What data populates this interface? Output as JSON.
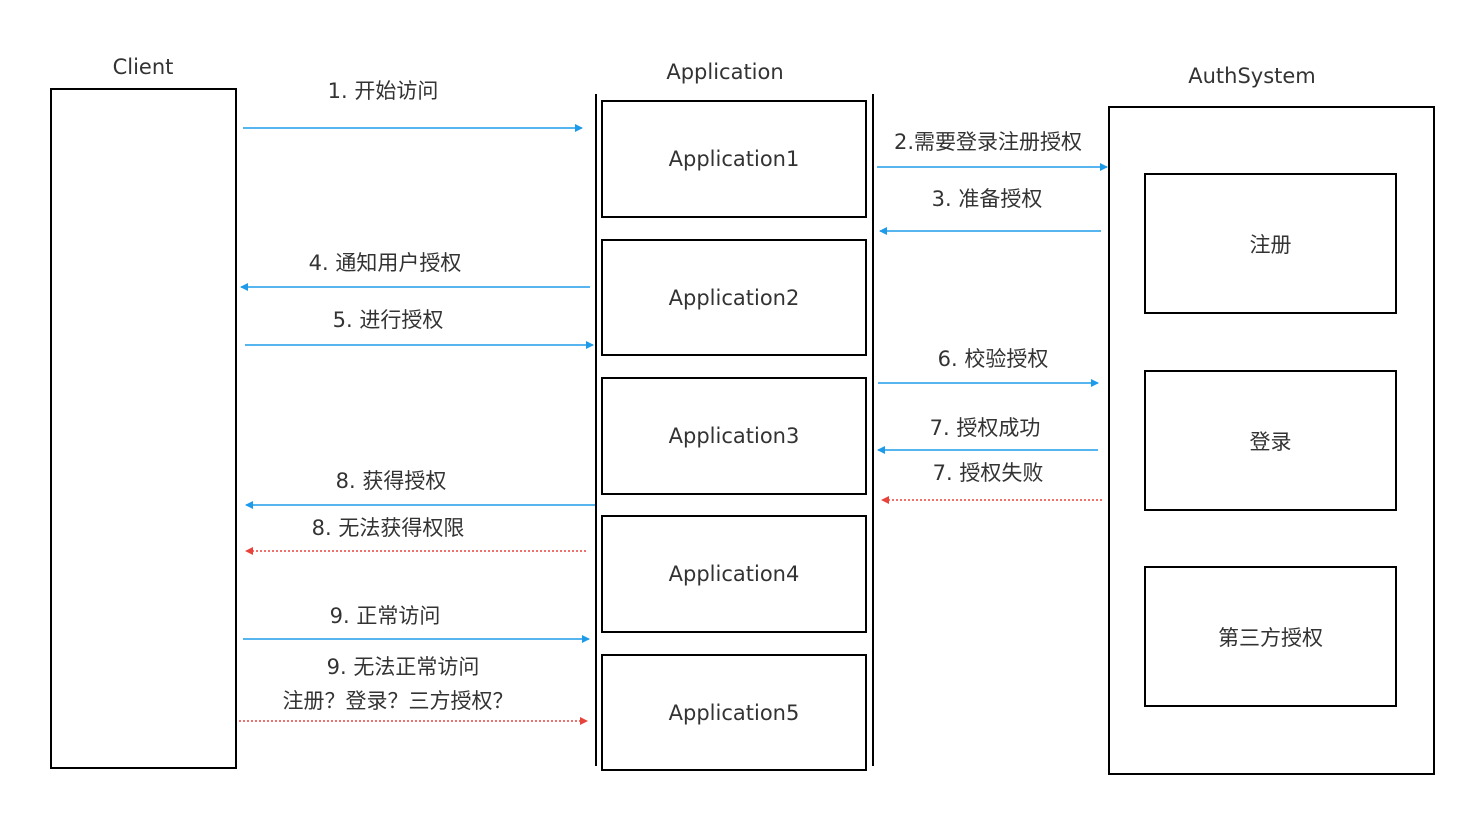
{
  "actors": {
    "client": "Client",
    "application": "Application",
    "auth_system": "AuthSystem"
  },
  "applications": [
    "Application1",
    "Application2",
    "Application3",
    "Application4",
    "Application5"
  ],
  "auth_modules": [
    "注册",
    "登录",
    "第三方授权"
  ],
  "messages": [
    {
      "id": "m1",
      "label": "1. 开始访问",
      "style": "solid"
    },
    {
      "id": "m2",
      "label": "2.需要登录注册授权",
      "style": "solid"
    },
    {
      "id": "m3",
      "label": "3. 准备授权",
      "style": "solid"
    },
    {
      "id": "m4",
      "label": "4.  通知用户授权",
      "style": "solid"
    },
    {
      "id": "m5",
      "label": "5. 进行授权",
      "style": "solid"
    },
    {
      "id": "m6",
      "label": "6. 校验授权",
      "style": "solid"
    },
    {
      "id": "m7a",
      "label": "7. 授权成功",
      "style": "solid"
    },
    {
      "id": "m7b",
      "label": "7. 授权失败",
      "style": "dotted"
    },
    {
      "id": "m8a",
      "label": "8.  获得授权",
      "style": "solid"
    },
    {
      "id": "m8b",
      "label": "8. 无法获得权限",
      "style": "dotted"
    },
    {
      "id": "m9a",
      "label": "9. 正常访问",
      "style": "solid"
    },
    {
      "id": "m9b",
      "label": "9. 无法正常访问",
      "style": "dotted"
    },
    {
      "id": "m9b2",
      "label": "注册？登录？三方授权？",
      "style": "dotted"
    }
  ],
  "colors": {
    "solid_arrow": "#1e9be8",
    "dotted_arrow": "#e8433a",
    "border": "#000000",
    "text": "#333333"
  }
}
